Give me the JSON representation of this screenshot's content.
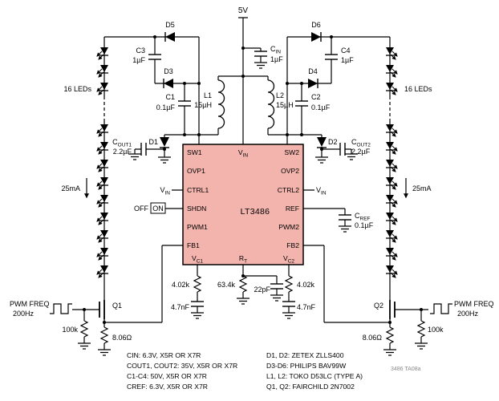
{
  "colors": {
    "ic_fill": "#f2b4ad",
    "wire": "#000000"
  },
  "supply": {
    "v5": "5V"
  },
  "ic": {
    "part": "LT3486",
    "pins": {
      "sw1": "SW1",
      "ovp1": "OVP1",
      "ctrl1": "CTRL1",
      "shdn": "SHDN",
      "pwm1": "PWM1",
      "fb1": "FB1",
      "sw2": "SW2",
      "ovp2": "OVP2",
      "ctrl2": "CTRL2",
      "ref": "REF",
      "pwm2": "PWM2",
      "fb2": "FB2"
    },
    "toggle": {
      "off": "OFF",
      "on": "ON"
    }
  },
  "subs": {
    "vin": [
      "V",
      "IN"
    ],
    "vc1": [
      "V",
      "C1"
    ],
    "vc2": [
      "V",
      "C2"
    ],
    "rt": [
      "R",
      "T"
    ],
    "cin": [
      "C",
      "IN"
    ],
    "cout1": [
      "C",
      "OUT1"
    ],
    "cout2": [
      "C",
      "OUT2"
    ],
    "cref": [
      "C",
      "REF"
    ]
  },
  "values": {
    "cin": "1µF",
    "c1": "0.1µF",
    "c2": "0.1µF",
    "c3": "1µF",
    "c4": "1µF",
    "cout1": "2.2µF",
    "cout2": "2.2µF",
    "cref": "0.1µF",
    "l1": "15µH",
    "l2": "15µH",
    "r_comp_left": "4.02k",
    "r_comp_right": "4.02k",
    "r_rt": "63.4k",
    "c_rt": "22pF",
    "c_comp_left": "4.7nF",
    "c_comp_right": "4.7nF",
    "r_gate_left": "100k",
    "r_gate_right": "100k",
    "r_sense_left": "8.06Ω",
    "r_sense_right": "8.06Ω"
  },
  "refs": {
    "c1": "C1",
    "c2": "C2",
    "c3": "C3",
    "c4": "C4",
    "d1": "D1",
    "d2": "D2",
    "d3": "D3",
    "d4": "D4",
    "d5": "D5",
    "d6": "D6",
    "l1": "L1",
    "l2": "L2",
    "q1": "Q1",
    "q2": "Q2"
  },
  "leds": {
    "left_count": "16 LEDs",
    "right_count": "16 LEDs",
    "left_current": "25mA",
    "right_current": "25mA"
  },
  "pwm": {
    "left": [
      "PWM FREQ",
      "200Hz"
    ],
    "right": [
      "PWM FREQ",
      "200Hz"
    ]
  },
  "notes_left": [
    "CIN: 6.3V, X5R OR X7R",
    "COUT1, COUT2: 35V, X5R OR X7R",
    "C1-C4: 50V, X5R OR X7R",
    "CREF: 6.3V, X5R OR X7R"
  ],
  "notes_right": [
    "D1, D2: ZETEX ZLLS400",
    "D3-D6: PHILIPS BAV99W",
    "L1, L2: TOKO D53LC (TYPE A)",
    "Q1, Q2: FAIRCHILD 2N7002"
  ],
  "doc_ref": "3486 TA08a"
}
